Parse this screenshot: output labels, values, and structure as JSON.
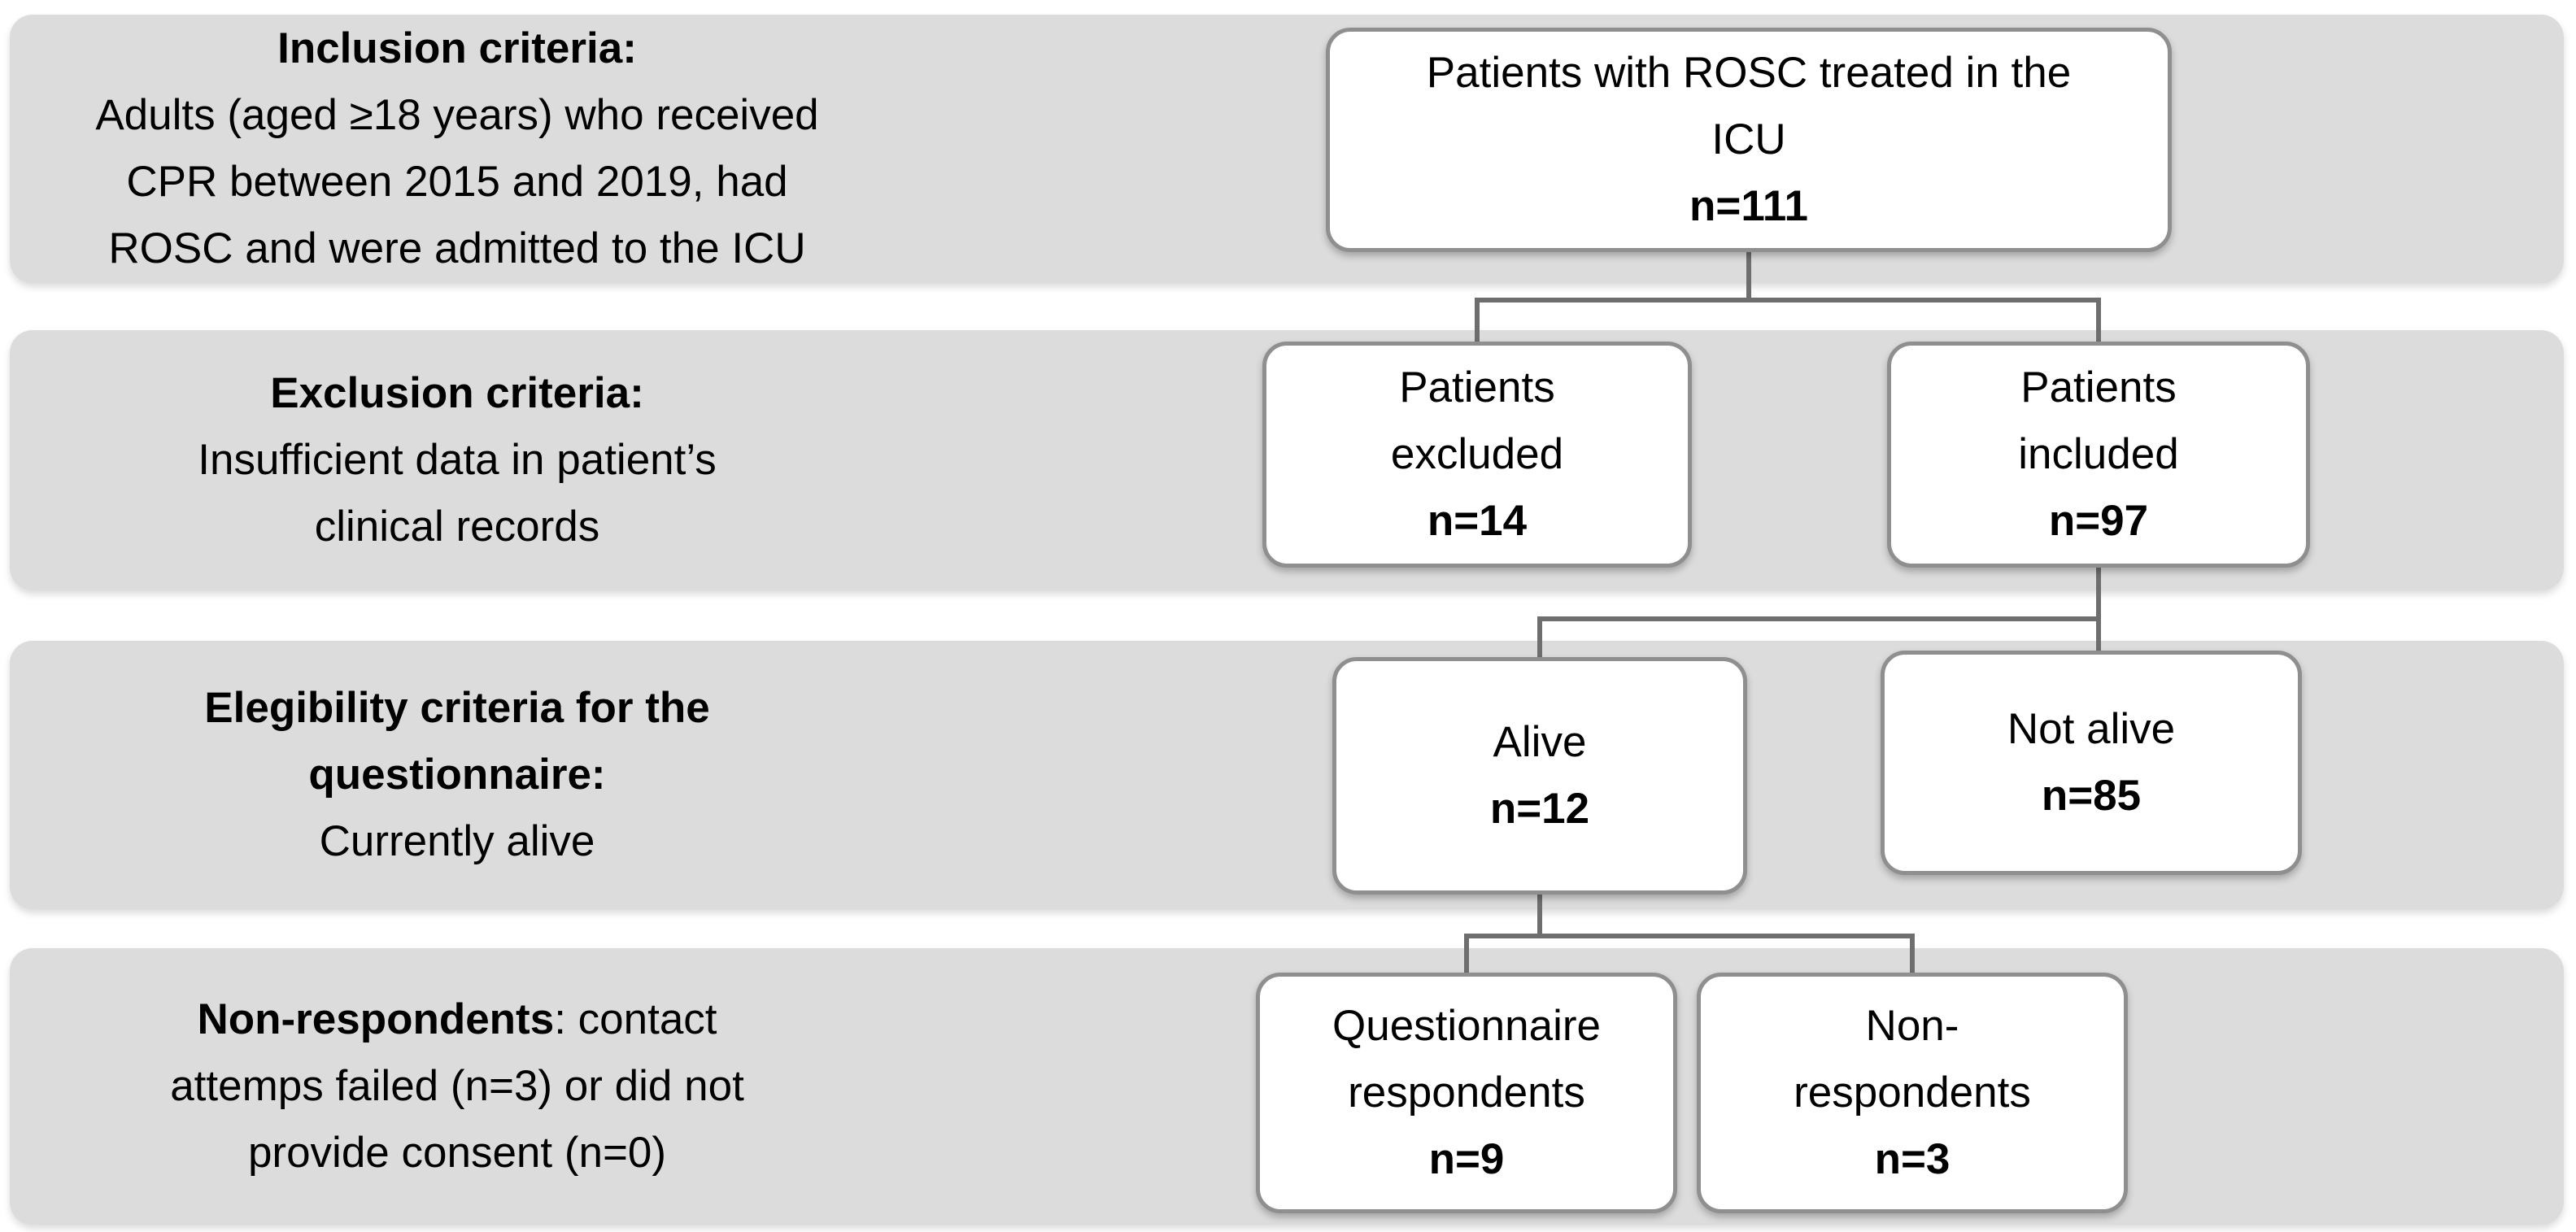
{
  "colors": {
    "band-bg": "#dcdcdc",
    "box-bg": "#ffffff",
    "box-border": "#8f8f8f",
    "connector": "#6e6e6e",
    "text": "#000000"
  },
  "bands": [
    {
      "heading_lines": [
        "Inclusion criteria:"
      ],
      "body_lines": [
        "Adults (aged ≥18 years) who received",
        "CPR between 2015 and 2019, had",
        "ROSC and were admitted to the ICU"
      ]
    },
    {
      "heading_lines": [
        "Exclusion criteria:"
      ],
      "body_lines": [
        "Insufficient data in patient’s",
        "clinical records"
      ]
    },
    {
      "heading_lines": [
        "Elegibility criteria for the",
        "questionnaire:"
      ],
      "body_lines": [
        "Currently alive"
      ]
    },
    {
      "heading_inline": "Non-respondents",
      "inline_rest": ": contact",
      "body_lines": [
        "attemps failed (n=3) or did not",
        "provide consent (n=0)"
      ]
    }
  ],
  "boxes": {
    "icu": {
      "lines": [
        "Patients with ROSC treated in the",
        "ICU"
      ],
      "count": "n=111"
    },
    "excluded": {
      "lines": [
        "Patients",
        "excluded"
      ],
      "count": "n=14"
    },
    "included": {
      "lines": [
        "Patients",
        "included"
      ],
      "count": "n=97"
    },
    "alive": {
      "lines": [
        "Alive"
      ],
      "count": "n=12"
    },
    "not_alive": {
      "lines": [
        "Not alive"
      ],
      "count": "n=85"
    },
    "respondents": {
      "lines": [
        "Questionnaire",
        "respondents"
      ],
      "count": "n=9"
    },
    "non_respondents": {
      "lines": [
        "Non-",
        "respondents"
      ],
      "count": "n=3"
    }
  }
}
